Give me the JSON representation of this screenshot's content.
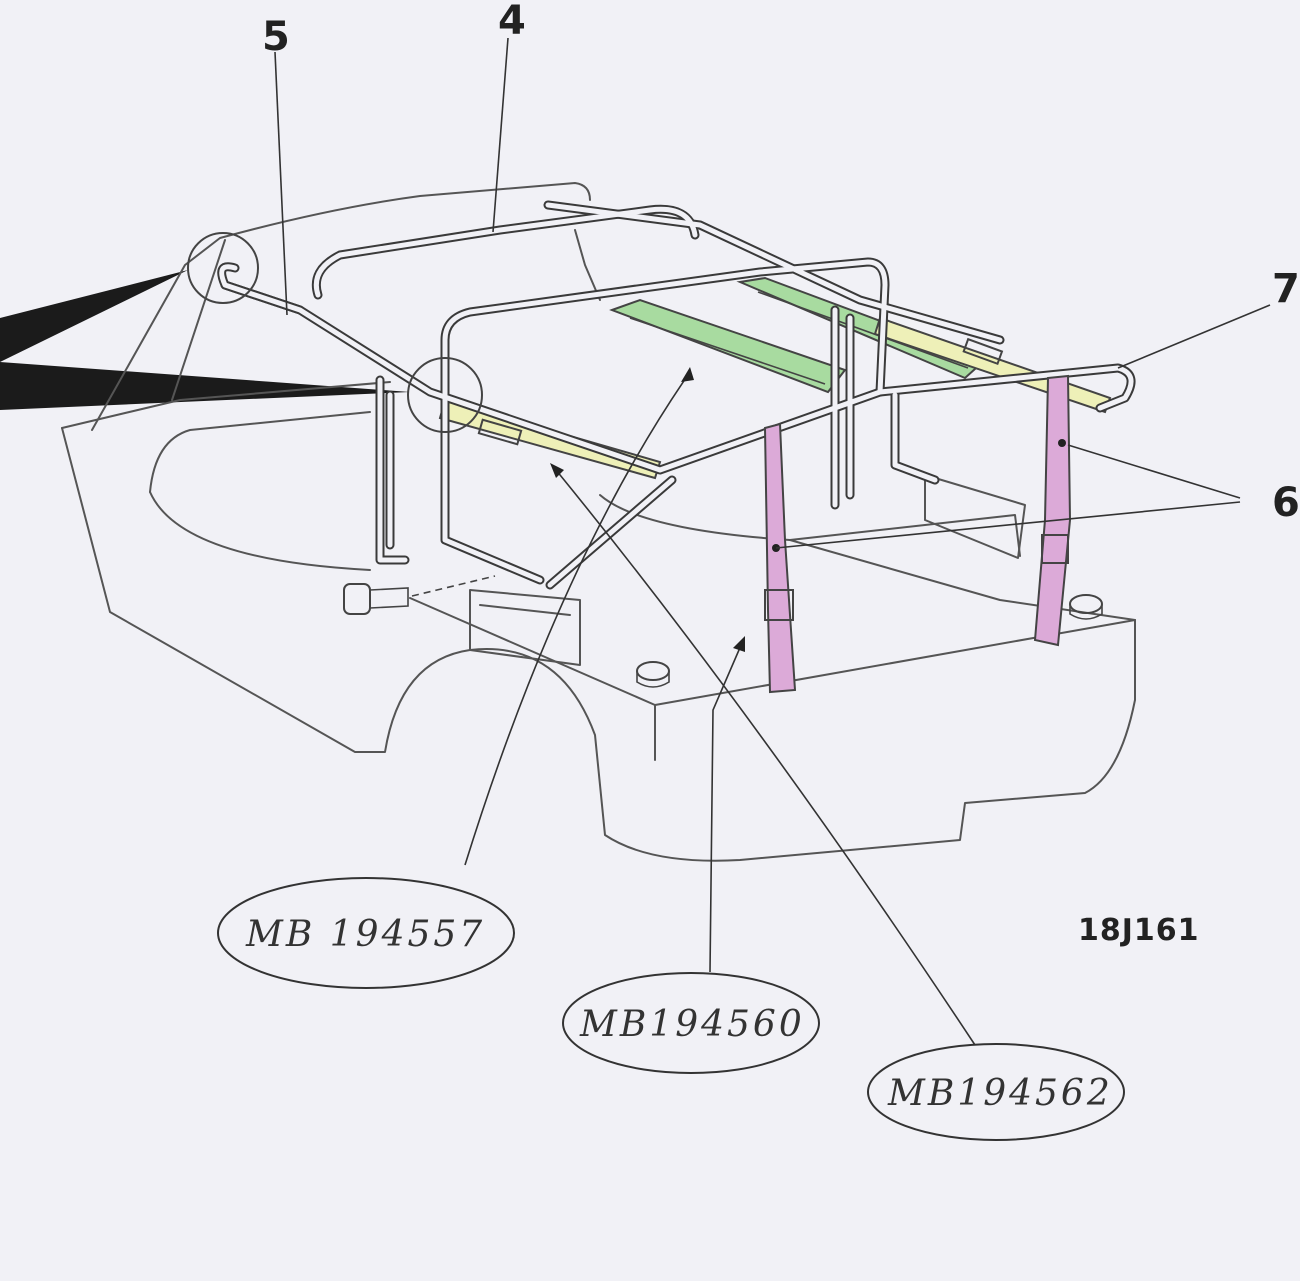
{
  "figure_code": "18J161",
  "callouts": {
    "c4": "4",
    "c5": "5",
    "c6": "6",
    "c7": "7"
  },
  "part_numbers": {
    "p1": "MB 194557",
    "p2": "MB194560",
    "p3": "MB194562"
  },
  "colors": {
    "green_strap": "#a8dba0",
    "yellow_strap": "#eef0b8",
    "pink_strap": "#dcaad8",
    "line": "#3a3a3a",
    "background": "#f1f1f6"
  }
}
